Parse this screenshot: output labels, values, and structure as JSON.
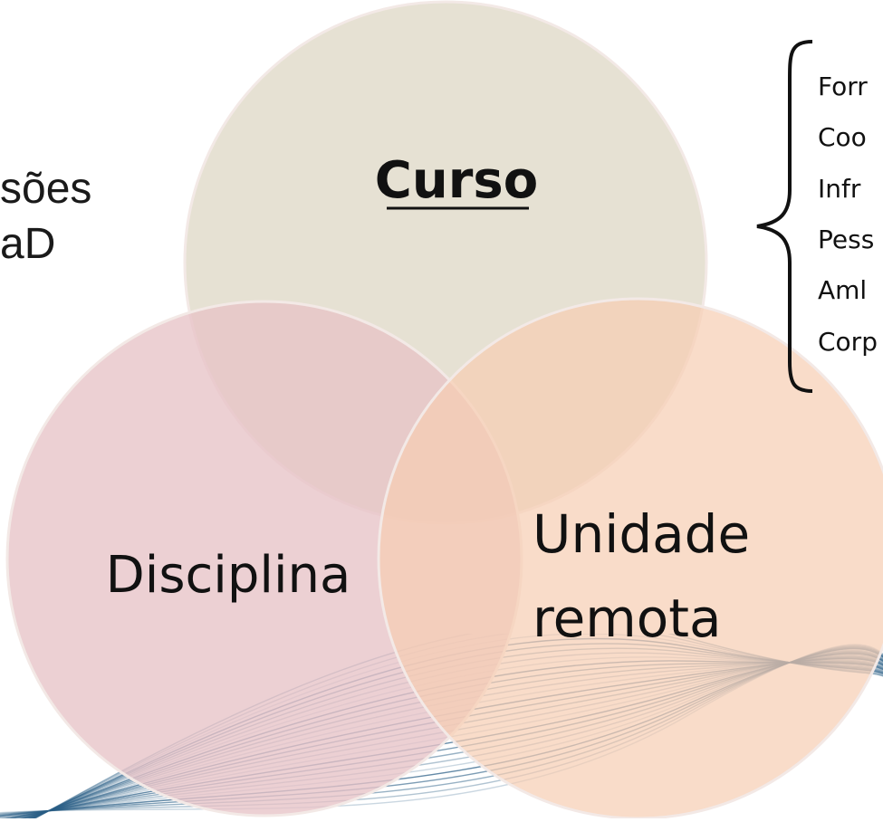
{
  "side_text": [
    "sões",
    "aD"
  ],
  "list_items": [
    "Forr",
    "Coo",
    "Infr",
    "Pess",
    "Aml",
    "Corp"
  ],
  "circles": [
    {
      "label": "Curso",
      "color": "#dfd9c6",
      "underline": true
    },
    {
      "label": "Disciplina",
      "color": "#e7c3c6"
    },
    {
      "label_lines": [
        "Unidade",
        "remota"
      ],
      "color": "#f6cdb2"
    }
  ],
  "colors": {
    "text": "#111111",
    "circle_edge": "#f3e9e6",
    "wave_line": "#2b5f86"
  }
}
